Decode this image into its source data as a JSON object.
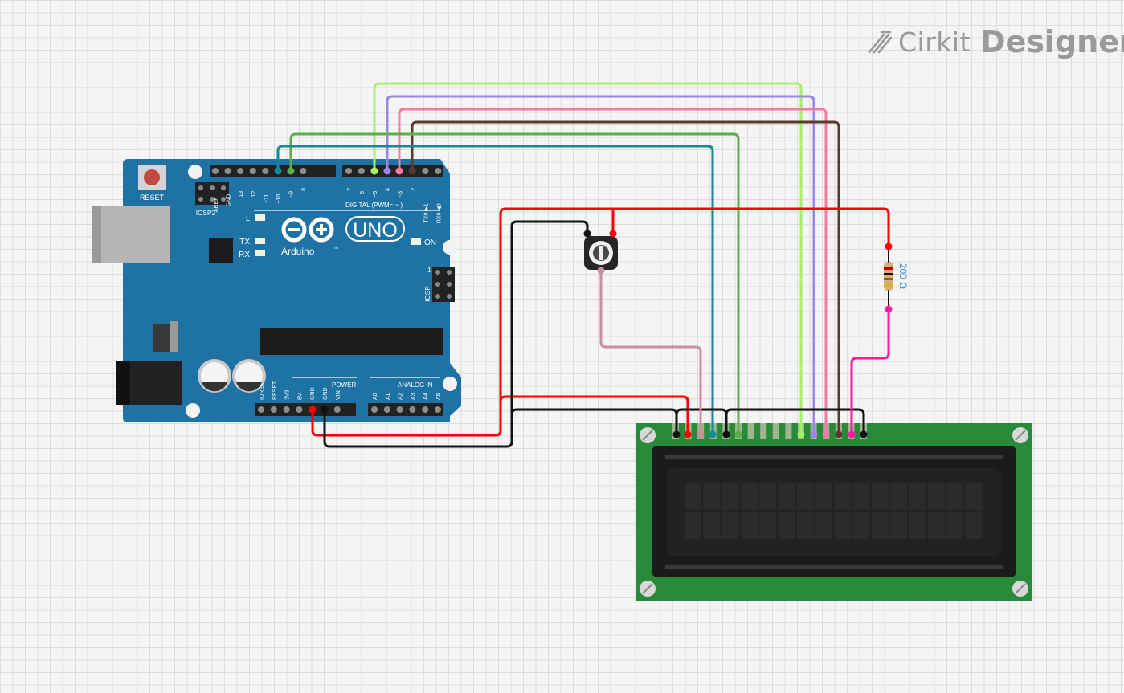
{
  "branding": {
    "word1": "Cirkit",
    "word2": "Designer",
    "icon": "cirkit-pencil-icon"
  },
  "arduino": {
    "name": "Arduino",
    "model": "UNO",
    "tm": "TM",
    "reset_label": "RESET",
    "icsp2_label": "ICSP2",
    "icsp_label": "ICSP",
    "icsp_pin1": "1",
    "led_l": "L",
    "led_tx": "TX",
    "led_rx": "RX",
    "led_on": "ON",
    "digital_label": "DIGITAL (PWM= ~ )",
    "power_label": "POWER",
    "analog_label": "ANALOG IN",
    "digital_pins_left": [
      "AREF",
      "GND",
      "13",
      "12",
      "~11",
      "~10",
      "~9",
      "8"
    ],
    "digital_pins_right": [
      "7",
      "~6",
      "~5",
      "4",
      "~3",
      "2",
      "TX0 ▶1",
      "RX0 ◀0"
    ],
    "power_pins": [
      "IOREF",
      "RESET",
      "3V3",
      "5V",
      "GND",
      "GND",
      "VIN"
    ],
    "analog_pins": [
      "A0",
      "A1",
      "A2",
      "A3",
      "A4",
      "A5"
    ]
  },
  "resistor": {
    "value_label": "200 Ω"
  },
  "colors": {
    "board": "#1f73a4",
    "lcd_pcb": "#2a8a3c",
    "red": "#ff0000",
    "black": "#111111",
    "teal": "#138a98",
    "green": "#5cae4c",
    "lime": "#a6f067",
    "purple": "#9b85e6",
    "pink": "#f37aa7",
    "brown": "#5a3a2e",
    "magenta": "#ff1aa3",
    "mauve": "#c88f9e"
  }
}
